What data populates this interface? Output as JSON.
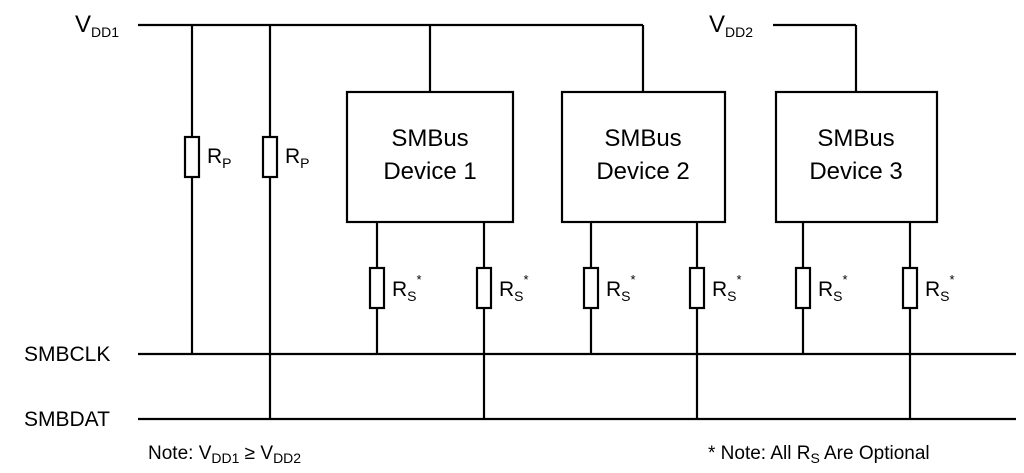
{
  "supplies": {
    "vdd1": {
      "main": "V",
      "sub": "DD1"
    },
    "vdd2": {
      "main": "V",
      "sub": "DD2"
    }
  },
  "buses": {
    "clk": "SMBCLK",
    "dat": "SMBDAT"
  },
  "devices": [
    {
      "line1": "SMBus",
      "line2": "Device 1"
    },
    {
      "line1": "SMBus",
      "line2": "Device 2"
    },
    {
      "line1": "SMBus",
      "line2": "Device 3"
    }
  ],
  "pullup_resistor": {
    "main": "R",
    "sub": "P"
  },
  "series_resistor": {
    "main": "R",
    "sub": "S",
    "sup": "*"
  },
  "notes": {
    "left": {
      "prefix": "Note: V",
      "sub1": "DD1",
      "middle": " ≥  V",
      "sub2": "DD2"
    },
    "right": {
      "prefix": "* Note: All R",
      "sub": "S",
      "suffix": " Are Optional"
    }
  }
}
